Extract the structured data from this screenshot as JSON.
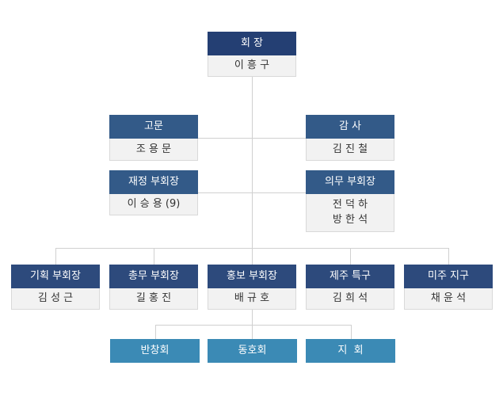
{
  "chairman": {
    "title": "회 장",
    "name": "이 흥 구"
  },
  "advisor": {
    "title": "고문",
    "name": "조 용 문"
  },
  "auditor": {
    "title": "감 사",
    "name": "김 진 철"
  },
  "finance_vp": {
    "title": "재정 부회장",
    "name": "이 승 용 (9)"
  },
  "duty_vp": {
    "title": "의무 부회장",
    "names": [
      "전 덕 하",
      "방 한 석"
    ]
  },
  "divisions": [
    {
      "title": "기획 부회장",
      "name": "김 성 근"
    },
    {
      "title": "총무 부회장",
      "name": "길 홍 진"
    },
    {
      "title": "홍보 부회장",
      "name": "배 규 호"
    },
    {
      "title": "제주 특구",
      "name": "김 희 석"
    },
    {
      "title": "미주 지구",
      "name": "채 윤 석"
    }
  ],
  "units": [
    "반창회",
    "동호회",
    "지  회"
  ],
  "colors": {
    "line": "#d0d0d0",
    "header": "#335a88",
    "header_top": "#243f73",
    "unit": "#3b8ab5",
    "body_bg": "#f2f2f2"
  }
}
